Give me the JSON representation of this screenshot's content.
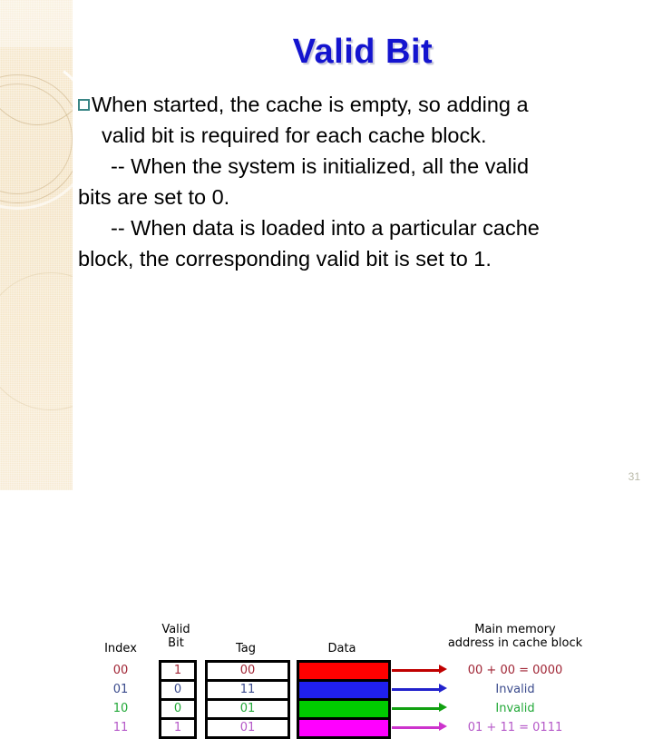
{
  "slide": {
    "title": "Valid Bit",
    "page_number": "31",
    "bullet_icon": "hollow-square-bullet",
    "title_color": "#1414CF",
    "sidebar_color": "#f3e2c2"
  },
  "body": {
    "lines": [
      "When started, the cache is empty, so adding a",
      "valid bit is required for each cache block.",
      "-- When the system is initialized, all the valid",
      "bits are set to 0.",
      "-- When data is loaded into a particular cache",
      "block, the corresponding valid bit is set to 1."
    ]
  },
  "diagram": {
    "headers": {
      "index": "Index",
      "valid_bit_line1": "Valid",
      "valid_bit_line2": "Bit",
      "tag": "Tag",
      "data": "Data",
      "main_memory_line1": "Main memory",
      "main_memory_line2": "address in cache block"
    },
    "rows": [
      {
        "index": "00",
        "valid_bit": "1",
        "tag": "00",
        "data_color": "#FF0000",
        "arrow_color": "#C00000",
        "main_memory": "00 + 00 = 0000",
        "text_color": "#A02535"
      },
      {
        "index": "01",
        "valid_bit": "0",
        "tag": "11",
        "data_color": "#2020EE",
        "arrow_color": "#2222CC",
        "main_memory": "Invalid",
        "text_color": "#3A4A8C"
      },
      {
        "index": "10",
        "valid_bit": "0",
        "tag": "01",
        "data_color": "#00CC00",
        "arrow_color": "#11A011",
        "main_memory": "Invalid",
        "text_color": "#22A838"
      },
      {
        "index": "11",
        "valid_bit": "1",
        "tag": "01",
        "data_color": "#FF00FF",
        "arrow_color": "#CC33CC",
        "main_memory": "01 + 11 = 0111",
        "text_color": "#B558C8"
      }
    ]
  }
}
